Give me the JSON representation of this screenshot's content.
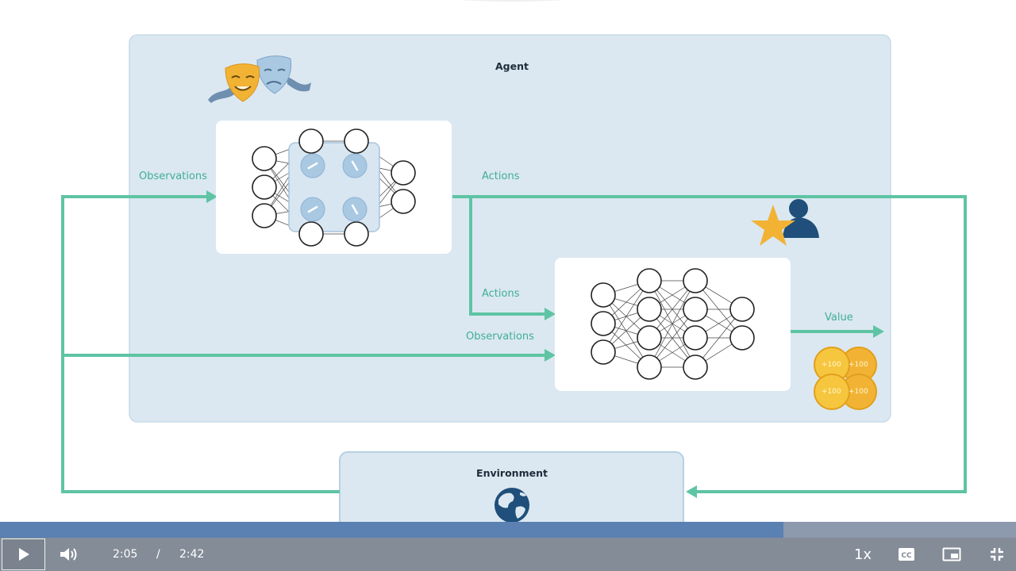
{
  "diagram": {
    "agent_title": "Agent",
    "environment_title": "Environment",
    "labels": {
      "observations_top": "Observations",
      "actions_top": "Actions",
      "actions_mid": "Actions",
      "observations_bottom": "Observations",
      "value": "Value"
    },
    "coin_text": "+100"
  },
  "player": {
    "current_time": "2:05",
    "separator": "/",
    "duration": "2:42",
    "progress_fraction": 0.771,
    "speed": "1x",
    "icons": {
      "play": "play-icon",
      "volume": "volume-icon",
      "captions": "cc-icon",
      "pip": "picture-in-picture-icon",
      "fullscreen": "exit-fullscreen-icon"
    }
  },
  "colors": {
    "accent_green": "#5ec4a4",
    "agent_bg": "#dbe8f1",
    "progress_fill": "#5b80b2",
    "control_bg": "#848c97"
  }
}
